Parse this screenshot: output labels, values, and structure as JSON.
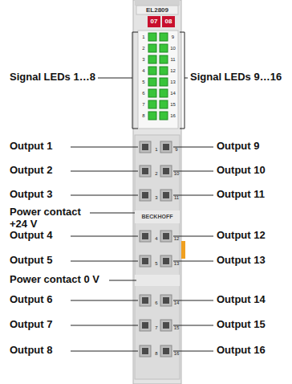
{
  "diagram": {
    "labels": [
      "EL2809",
      "07",
      "08",
      "1",
      "2",
      "3",
      "4",
      "5",
      "6",
      "7",
      "8",
      "9",
      "10",
      "11",
      "12",
      "13",
      "14",
      "15",
      "16",
      "1",
      "2",
      "3",
      "4",
      "5",
      "6",
      "7",
      "8",
      "9",
      "10",
      "11",
      "12",
      "13",
      "14",
      "15",
      "16",
      "BECKHOFF",
      "Signal LEDs 1…8",
      "Signal LEDs 9…16",
      "Output 1",
      "Output 2",
      "Output 3",
      "Output 4",
      "Output 5",
      "Output 6",
      "Output 7",
      "Output 8",
      "Output 9",
      "Output 10",
      "Output 11",
      "Output 12",
      "Output 13",
      "Output 14",
      "Output 15",
      "Output 16",
      "Power contact +24 V",
      "Power contact 0 V"
    ]
  }
}
